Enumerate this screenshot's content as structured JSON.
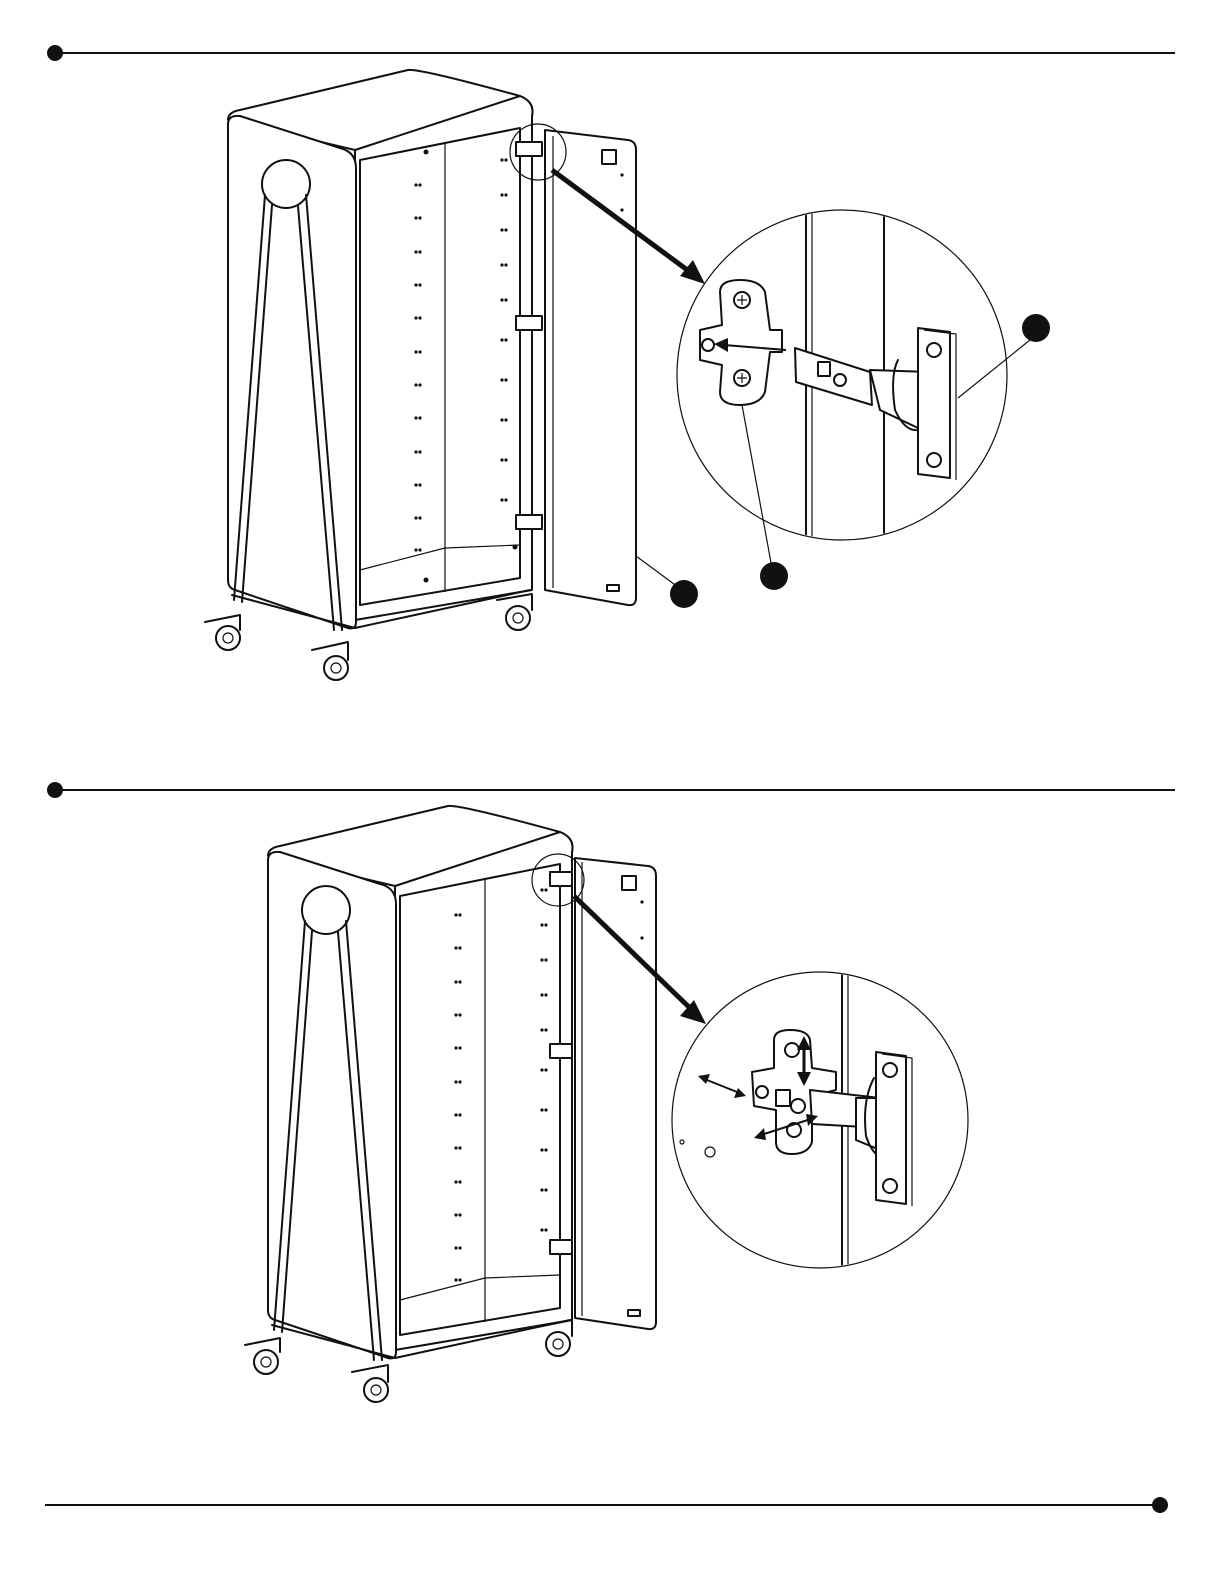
{
  "document": {
    "type": "assembly-instructions",
    "page_background": "#ffffff",
    "ink_color": "#111111"
  },
  "steps": [
    {
      "marker": "filled-bullet",
      "title": "",
      "illustration": "cabinet-door-hinge-attach",
      "detail": "hinge-slide-on-mounting-plate",
      "callouts": [
        "",
        "",
        ""
      ]
    },
    {
      "marker": "filled-bullet",
      "title": "",
      "illustration": "cabinet-door-hinge-adjust",
      "detail": "hinge-adjustment-arrows",
      "callouts": []
    }
  ],
  "footer": {
    "marker": "filled-bullet",
    "text": ""
  }
}
